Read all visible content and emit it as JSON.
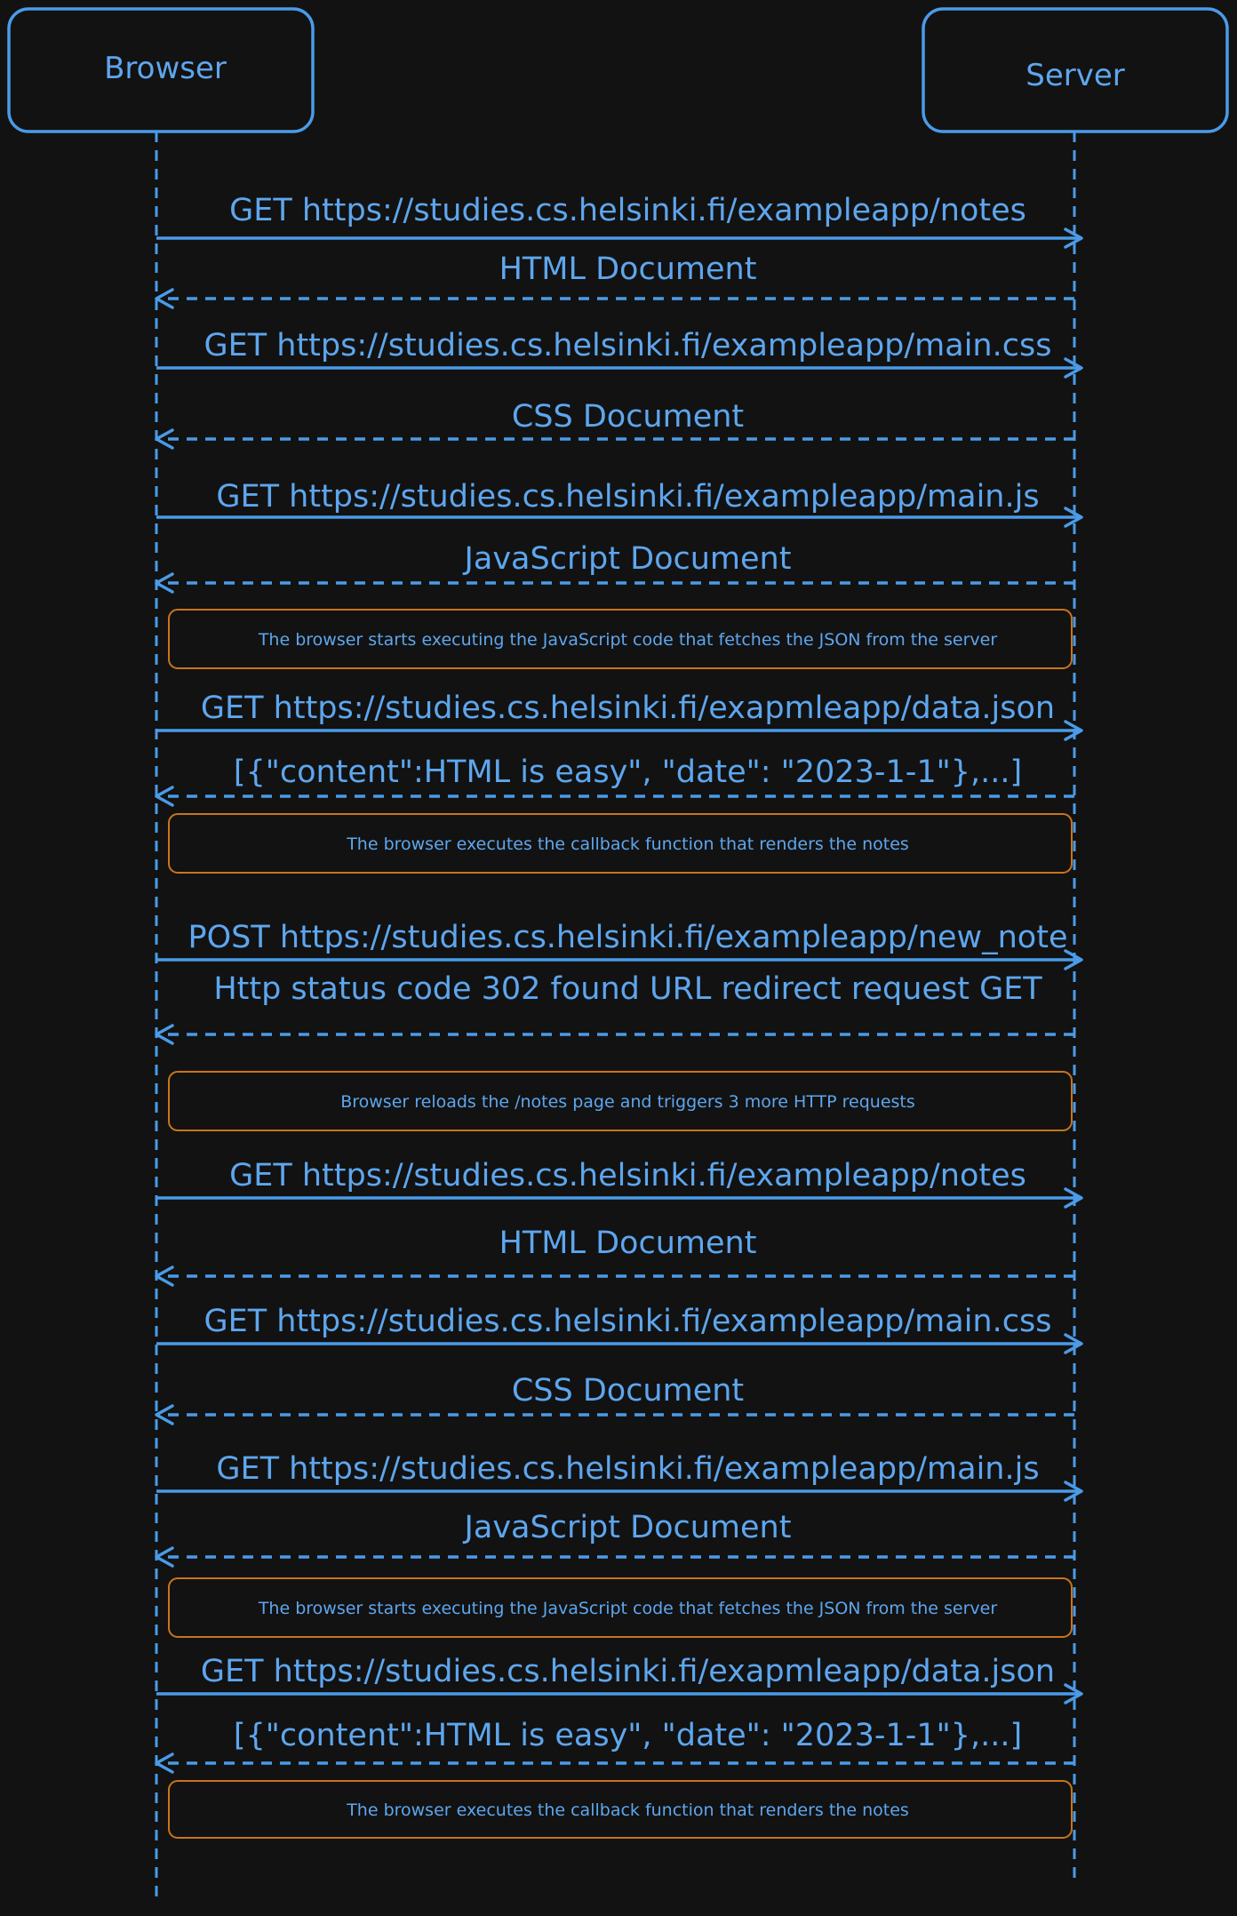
{
  "participants": {
    "browser": "Browser",
    "server": "Server"
  },
  "steps": [
    {
      "kind": "message",
      "direction": "right",
      "style": "solid",
      "text": "GET https://studies.cs.helsinki.fi/exampleapp/notes"
    },
    {
      "kind": "message",
      "direction": "left",
      "style": "dashed",
      "text": "HTML Document"
    },
    {
      "kind": "message",
      "direction": "right",
      "style": "solid",
      "text": "GET https://studies.cs.helsinki.fi/exampleapp/main.css"
    },
    {
      "kind": "message",
      "direction": "left",
      "style": "dashed",
      "text": "CSS Document"
    },
    {
      "kind": "message",
      "direction": "right",
      "style": "solid",
      "text": "GET https://studies.cs.helsinki.fi/exampleapp/main.js"
    },
    {
      "kind": "message",
      "direction": "left",
      "style": "dashed",
      "text": "JavaScript Document"
    },
    {
      "kind": "note",
      "text": "The browser starts executing the JavaScript code that fetches the JSON from the server"
    },
    {
      "kind": "message",
      "direction": "right",
      "style": "solid",
      "text": "GET https://studies.cs.helsinki.fi/exapmleapp/data.json"
    },
    {
      "kind": "message",
      "direction": "left",
      "style": "dashed",
      "text": "[{\"content\":HTML is easy\", \"date\": \"2023-1-1\"},...]"
    },
    {
      "kind": "note",
      "text": "The browser executes the callback function that renders the notes"
    },
    {
      "kind": "message",
      "direction": "right",
      "style": "solid",
      "text": "POST https://studies.cs.helsinki.fi/exampleapp/new_note"
    },
    {
      "kind": "message",
      "direction": "left",
      "style": "dashed",
      "text": "Http status code 302 found URL redirect request GET"
    },
    {
      "kind": "note",
      "text": "Browser reloads the /notes page and triggers 3 more HTTP requests"
    },
    {
      "kind": "message",
      "direction": "right",
      "style": "solid",
      "text": "GET https://studies.cs.helsinki.fi/exampleapp/notes"
    },
    {
      "kind": "message",
      "direction": "left",
      "style": "dashed",
      "text": "HTML Document"
    },
    {
      "kind": "message",
      "direction": "right",
      "style": "solid",
      "text": "GET https://studies.cs.helsinki.fi/exampleapp/main.css"
    },
    {
      "kind": "message",
      "direction": "left",
      "style": "dashed",
      "text": "CSS Document"
    },
    {
      "kind": "message",
      "direction": "right",
      "style": "solid",
      "text": "GET https://studies.cs.helsinki.fi/exampleapp/main.js"
    },
    {
      "kind": "message",
      "direction": "left",
      "style": "dashed",
      "text": "JavaScript Document"
    },
    {
      "kind": "note",
      "text": "The browser starts executing the JavaScript code that fetches the JSON from the server"
    },
    {
      "kind": "message",
      "direction": "right",
      "style": "solid",
      "text": "GET https://studies.cs.helsinki.fi/exapmleapp/data.json"
    },
    {
      "kind": "message",
      "direction": "left",
      "style": "dashed",
      "text": "[{\"content\":HTML is easy\", \"date\": \"2023-1-1\"},...]"
    },
    {
      "kind": "note",
      "text": "The browser executes the callback function that renders the notes"
    }
  ],
  "colors": {
    "background": "#121212",
    "line": "#4a9be8",
    "text": "#5ea6ee",
    "note_border": "#c9741c"
  }
}
